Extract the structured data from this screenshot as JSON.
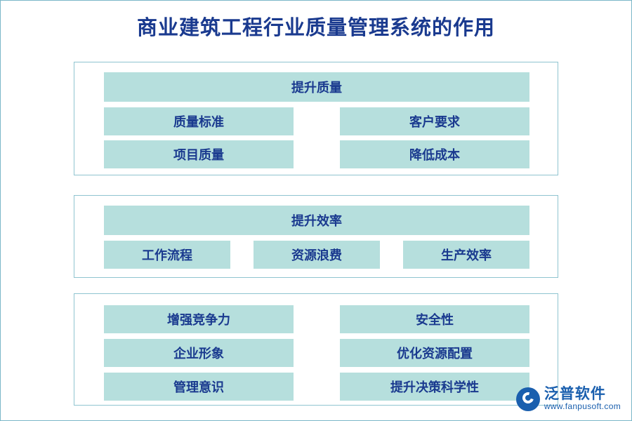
{
  "title": "商业建筑工程行业质量管理系统的作用",
  "colors": {
    "title_text": "#1a3a8f",
    "box_fill": "#b6dfdd",
    "box_text": "#1a3a8f",
    "group_border": "#8fc4d0",
    "page_border": "#7ab7c8",
    "logo": "#1a5fae"
  },
  "groups": [
    {
      "header": "提升质量",
      "items": [
        "质量标准",
        "客户要求",
        "项目质量",
        "降低成本"
      ]
    },
    {
      "header": "提升效率",
      "items": [
        "工作流程",
        "资源浪费",
        "生产效率"
      ]
    },
    {
      "header": "",
      "items": [
        "增强竞争力",
        "安全性",
        "企业形象",
        "优化资源配置",
        "管理意识",
        "提升决策科学性"
      ]
    }
  ],
  "logo": {
    "name": "泛普软件",
    "url": "www.fanpusoft.com"
  }
}
